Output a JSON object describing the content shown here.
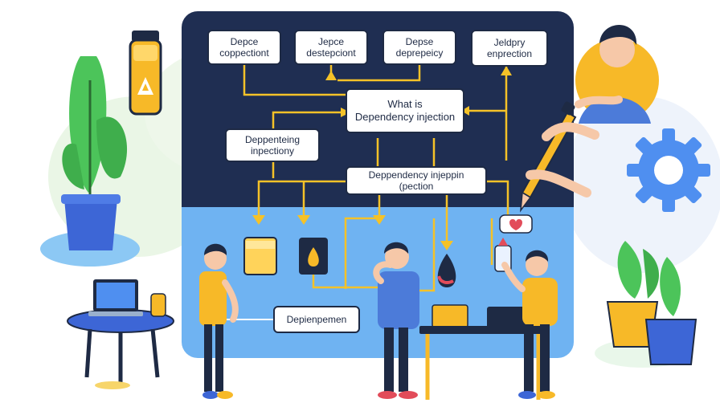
{
  "diagram": {
    "colors": {
      "panel_dark": "#1f2e52",
      "panel_light": "#6fb3f2",
      "connector": "#f5c228",
      "node_border": "#1e2a44",
      "shirt_yellow": "#f7b928",
      "shirt_blue": "#4c7bd9",
      "plant_green": "#4cc45a",
      "pot_blue": "#3d66d6",
      "gear_blue": "#4f8ff0"
    },
    "nodes": {
      "top1": "Depce\ncoppectiont",
      "top2": "Jepce\ndestepciont",
      "top3": "Depse\ndeprepeicy",
      "top4": "Jeldpry\nenprection",
      "main": "What is\nDependency injection",
      "left": "Deppenteing\ninpectiony",
      "middle": "Deppendency injeppin (pection",
      "bottom": "Depienpemen"
    },
    "icons": [
      "gear-icon",
      "heart-icon",
      "plant-icon",
      "laptop-icon",
      "jar-icon",
      "droplet-icon",
      "pencil-icon"
    ]
  }
}
